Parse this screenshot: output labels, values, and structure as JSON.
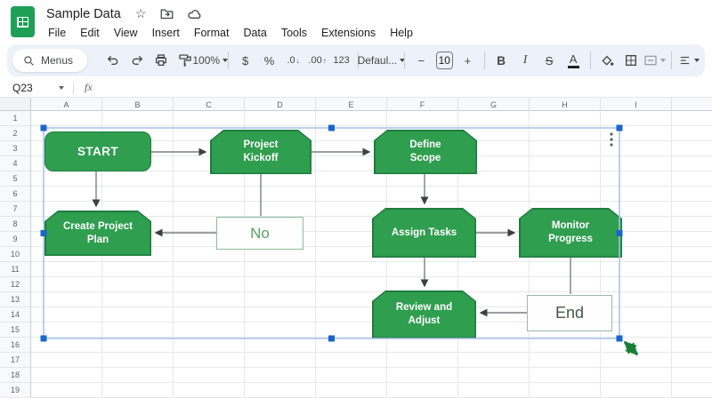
{
  "header": {
    "title": "Sample Data",
    "menu": [
      "File",
      "Edit",
      "View",
      "Insert",
      "Format",
      "Data",
      "Tools",
      "Extensions",
      "Help"
    ]
  },
  "toolbar": {
    "menus_label": "Menus",
    "zoom": "100%",
    "currency": "$",
    "percent": "%",
    "dec_dec": ".0",
    "dec_inc": ".00",
    "num_fmt": "123",
    "font_label": "Defaul...",
    "minus": "−",
    "font_size": "10",
    "plus": "+",
    "bold": "B",
    "italic": "I",
    "strike": "S",
    "text_color": "A"
  },
  "formula_bar": {
    "cell_ref": "Q23",
    "fx": "fx"
  },
  "grid": {
    "columns": [
      "A",
      "B",
      "C",
      "D",
      "E",
      "F",
      "G",
      "H",
      "I"
    ],
    "rows": [
      "1",
      "2",
      "3",
      "4",
      "5",
      "6",
      "7",
      "8",
      "9",
      "10",
      "11",
      "12",
      "13",
      "14",
      "15",
      "16",
      "17",
      "18",
      "19"
    ]
  },
  "flowchart": {
    "nodes": {
      "start": {
        "label": "START"
      },
      "project_kickoff": {
        "label": "Project Kickoff"
      },
      "define_scope": {
        "label": "Define Scope"
      },
      "create_project_plan": {
        "label": "Create Project Plan"
      },
      "no": {
        "label": "No"
      },
      "assign_tasks": {
        "label": "Assign Tasks"
      },
      "monitor_progress": {
        "label": "Monitor Progress"
      },
      "review_adjust": {
        "label": "Review and Adjust"
      },
      "end": {
        "label": "End"
      }
    }
  },
  "colors": {
    "shape_green": "#2f9e4f",
    "shape_border_green": "#1d7c3d",
    "selection_handle_blue": "#1b66c9",
    "selection_line_blue": "#a6c0ea",
    "connector_gray": "#7c7f83",
    "resize_arrow_green": "#188038"
  }
}
